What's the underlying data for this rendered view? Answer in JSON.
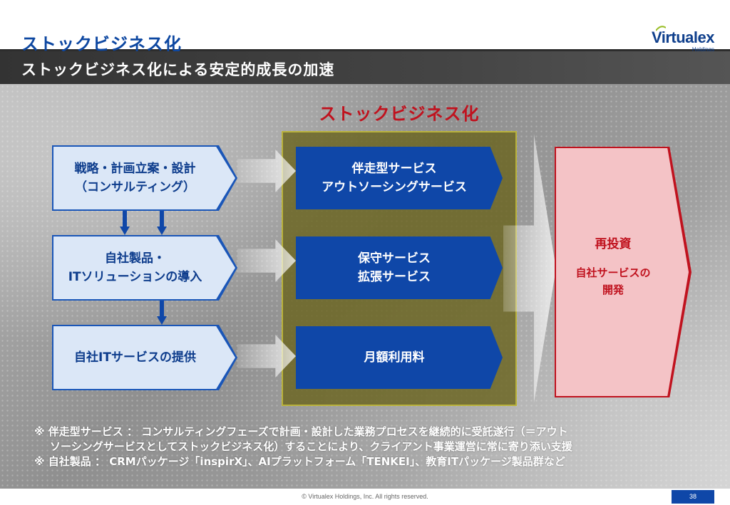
{
  "header": {
    "title": "ストックビジネス化",
    "logo_main": "Virtualex",
    "logo_sub": "Holdings",
    "accent_color": "#0d47a1"
  },
  "subtitle": "ストックビジネス化による安定的成長の加速",
  "diagram": {
    "stock_heading": "ストックビジネス化",
    "left_boxes": [
      {
        "line1": "戦略・計画立案・設計",
        "line2": "（コンサルティング）"
      },
      {
        "line1": "自社製品・",
        "line2": "ITソリューションの導入"
      },
      {
        "line1": "自社ITサービスの提供",
        "line2": ""
      }
    ],
    "center_boxes": [
      {
        "line1": "伴走型サービス",
        "line2": "アウトソーシングサービス"
      },
      {
        "line1": "保守サービス",
        "line2": "拡張サービス"
      },
      {
        "line1": "月額利用料",
        "line2": ""
      }
    ],
    "right_box": {
      "title": "再投資",
      "line1": "自社サービスの",
      "line2": "開発"
    }
  },
  "notes": {
    "note1_line1": "※ 伴走型サービス ： コンサルティングフェーズで計画・設計した業務プロセスを継続的に受託遂行（＝アウト",
    "note1_line2": "ソーシングサービスとしてストックビジネス化）することにより、クライアント事業運営に常に寄り添い支援",
    "note2": "※ 自社製品 ： CRMパッケージ「inspirX」、AIプラットフォーム「TENKEI」、教育ITパッケージ製品群など"
  },
  "footer": {
    "copyright": "© Virtualex Holdings, Inc. All rights reserved.",
    "page_number": "38"
  }
}
